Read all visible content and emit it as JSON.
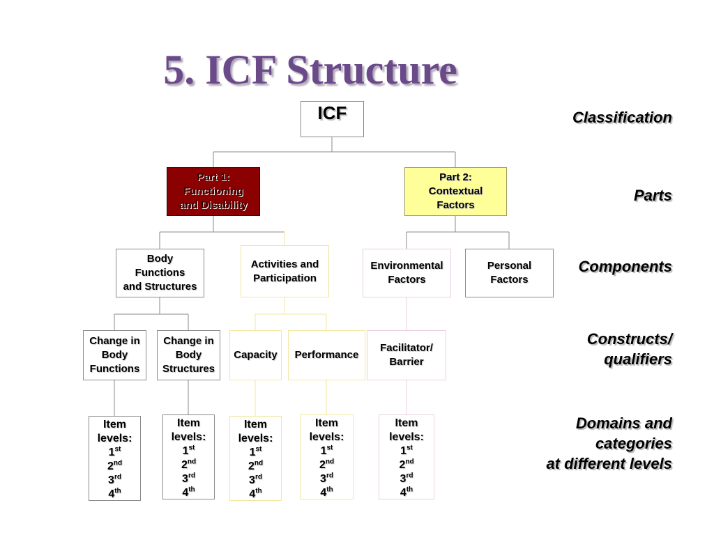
{
  "title": "5.  ICF Structure",
  "root": "ICF",
  "parts": {
    "part1": [
      "Part 1:",
      "Functioning",
      "and Disability"
    ],
    "part2": [
      "Part 2:",
      "Contextual",
      "Factors"
    ]
  },
  "components": {
    "body": [
      "Body",
      "Functions",
      "and Structures"
    ],
    "activities": [
      "Activities and",
      "Participation"
    ],
    "environmental": [
      "Environmental",
      "Factors"
    ],
    "personal": [
      "Personal",
      "Factors"
    ]
  },
  "constructs": {
    "change_functions": [
      "Change in",
      "Body",
      "Functions"
    ],
    "change_structures": [
      "Change in",
      "Body",
      "Structures"
    ],
    "capacity": "Capacity",
    "performance": "Performance",
    "facilitator": [
      "Facilitator/",
      "Barrier"
    ]
  },
  "item_levels": {
    "heading": [
      "Item",
      "levels:"
    ],
    "levels": [
      {
        "num": "1",
        "suffix": "st"
      },
      {
        "num": "2",
        "suffix": "nd"
      },
      {
        "num": "3",
        "suffix": "rd"
      },
      {
        "num": "4",
        "suffix": "th"
      }
    ]
  },
  "row_labels": {
    "classification": "Classification",
    "parts": "Parts",
    "components": "Components",
    "constructs": [
      "Constructs/",
      "qualifiers"
    ],
    "domains": [
      "Domains and",
      "categories",
      "at different levels"
    ]
  },
  "colors": {
    "title": "#6b4a8a",
    "part1_fill": "#8b0000",
    "part2_fill": "#ffff99",
    "gray_line": "#8a8a8a",
    "yellow_line": "#f2e6a0",
    "pink_line": "#e8cfe0"
  }
}
